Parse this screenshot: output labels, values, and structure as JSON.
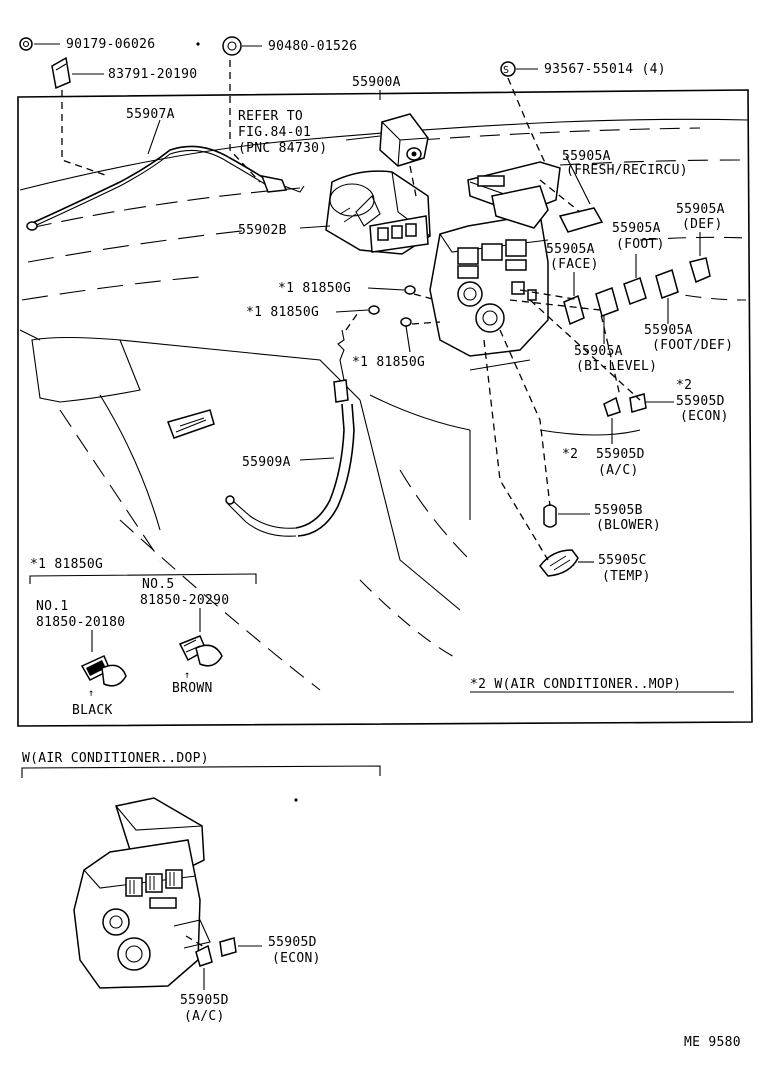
{
  "diagram": {
    "parts": {
      "p90179": "90179-06026",
      "p90480": "90480-01526",
      "p83791": "83791-20190",
      "p55900a": "55900A",
      "p93567": "93567-55014 (4)",
      "p55907a": "55907A",
      "refer_1": "REFER TO",
      "refer_2": "FIG.84-01",
      "refer_3": "(PNC 84730)",
      "p55902b": "55902B",
      "p55905a_fresh": "55905A",
      "p55905a_fresh_sub": "(FRESH/RECIRCU)",
      "p55905a_def": "55905A",
      "p55905a_def_sub": "(DEF)",
      "p55905a_foot": "55905A",
      "p55905a_foot_sub": "(FOOT)",
      "p55905a_face": "55905A",
      "p55905a_face_sub": "(FACE)",
      "p81850g_1": "*1 81850G",
      "p81850g_2": "*1 81850G",
      "p81850g_3": "*1 81850G",
      "p55905a_footdef": "55905A",
      "p55905a_footdef_sub": "(FOOT/DEF)",
      "p55905a_bilevel": "55905A",
      "p55905a_bilevel_sub": "(BI-LEVEL)",
      "p55905d_econ_mark": "*2",
      "p55905d_econ": "55905D",
      "p55905d_econ_sub": "(ECON)",
      "p55905d_ac": "55905D",
      "p55905d_ac_mark": "*2",
      "p55905d_ac_sub": "(A/C)",
      "p55909a": "55909A",
      "p55905b": "55905B",
      "p55905b_sub": "(BLOWER)",
      "p55905c": "55905C",
      "p55905c_sub": "(TEMP)",
      "bulb_group": "*1 81850G",
      "bulb_no5": "NO.5",
      "bulb_no5_pn": "81850-20290",
      "bulb_no1": "NO.1",
      "bulb_no1_pn": "81850-20180",
      "brown": "BROWN",
      "black": "BLACK",
      "note2": "*2 W(AIR CONDITIONER..MOP)"
    },
    "inset": {
      "title": "W(AIR CONDITIONER..DOP)",
      "p55905d_econ": "55905D",
      "p55905d_econ_sub": "(ECON)",
      "p55905d_ac": "55905D",
      "p55905d_ac_sub": "(A/C)"
    },
    "ref_code": "ME 9580"
  }
}
